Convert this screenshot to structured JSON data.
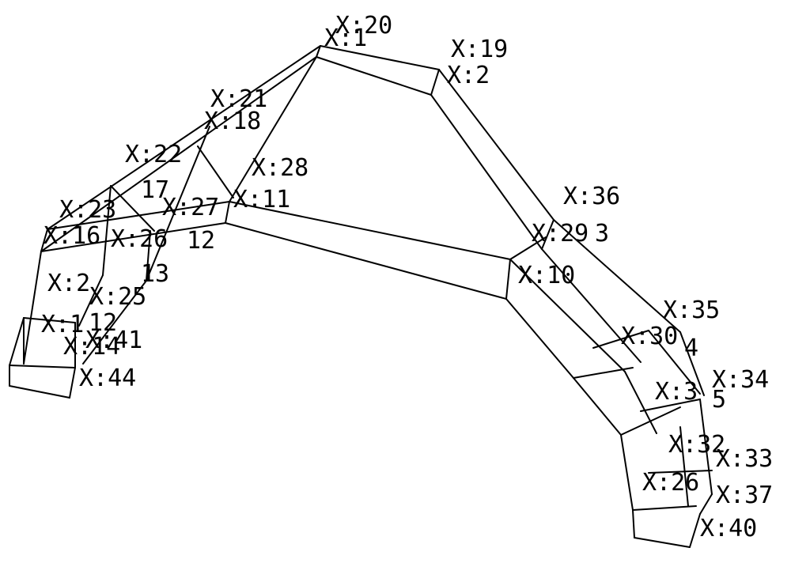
{
  "diagram": {
    "type": "wireframe-node-diagram",
    "line_color": "#000000",
    "background_color": "#ffffff",
    "labels": [
      "X:20",
      "X:1",
      "X:19",
      "X:2",
      "X:21",
      "X:18",
      "X:28",
      "X:11",
      "X:22",
      "17",
      "X:27",
      "X:23",
      "X:16",
      "X:26",
      "12",
      "X:36",
      "X:29",
      "3",
      "X:10",
      "X:2",
      "13",
      "X:25",
      "X:1",
      "12",
      "X:14",
      "X:41",
      "X:44",
      "X:35",
      "X:30",
      "4",
      "X:34",
      "X:3",
      "5",
      "X:32",
      "X:33",
      "X:26",
      "X:37",
      "X:40"
    ]
  }
}
